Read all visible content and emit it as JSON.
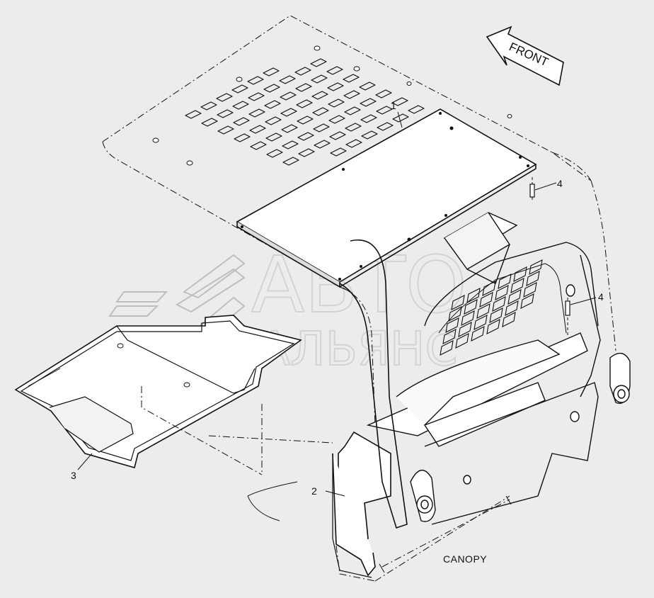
{
  "diagram": {
    "background_color": "#ececec",
    "line_color": "#111111",
    "callouts": [
      "1",
      "2",
      "3",
      "4",
      "4"
    ],
    "front_arrow_label": "FRONT",
    "assembly_label": "CANOPY",
    "watermark": {
      "line1": "АВТО",
      "line2": "АЛЬЯНС"
    }
  }
}
